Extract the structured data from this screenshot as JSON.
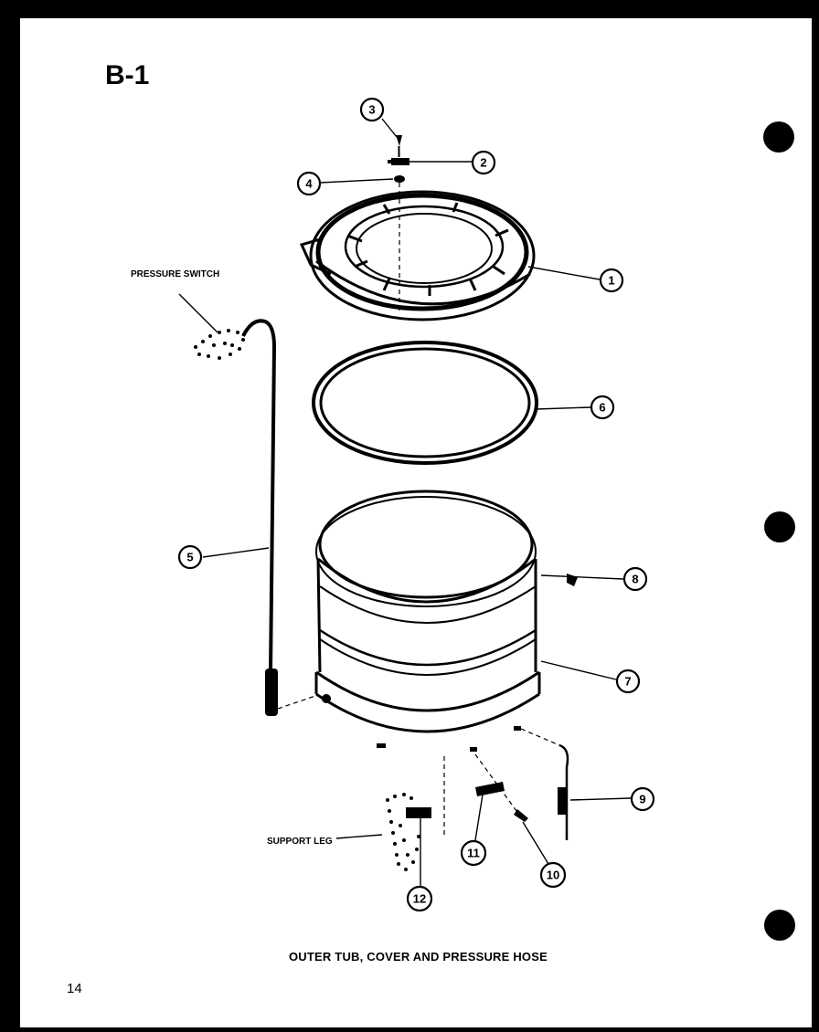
{
  "sheet_id": "B-1",
  "caption": "OUTER TUB, COVER AND PRESSURE HOSE",
  "page_number": "14",
  "labels": {
    "pressure_switch": "PRESSURE SWITCH",
    "support_leg": "SUPPORT LEG"
  },
  "callouts": [
    "1",
    "2",
    "3",
    "4",
    "5",
    "6",
    "7",
    "8",
    "9",
    "10",
    "11",
    "12"
  ],
  "colors": {
    "ink": "#000000",
    "paper": "#ffffff"
  }
}
